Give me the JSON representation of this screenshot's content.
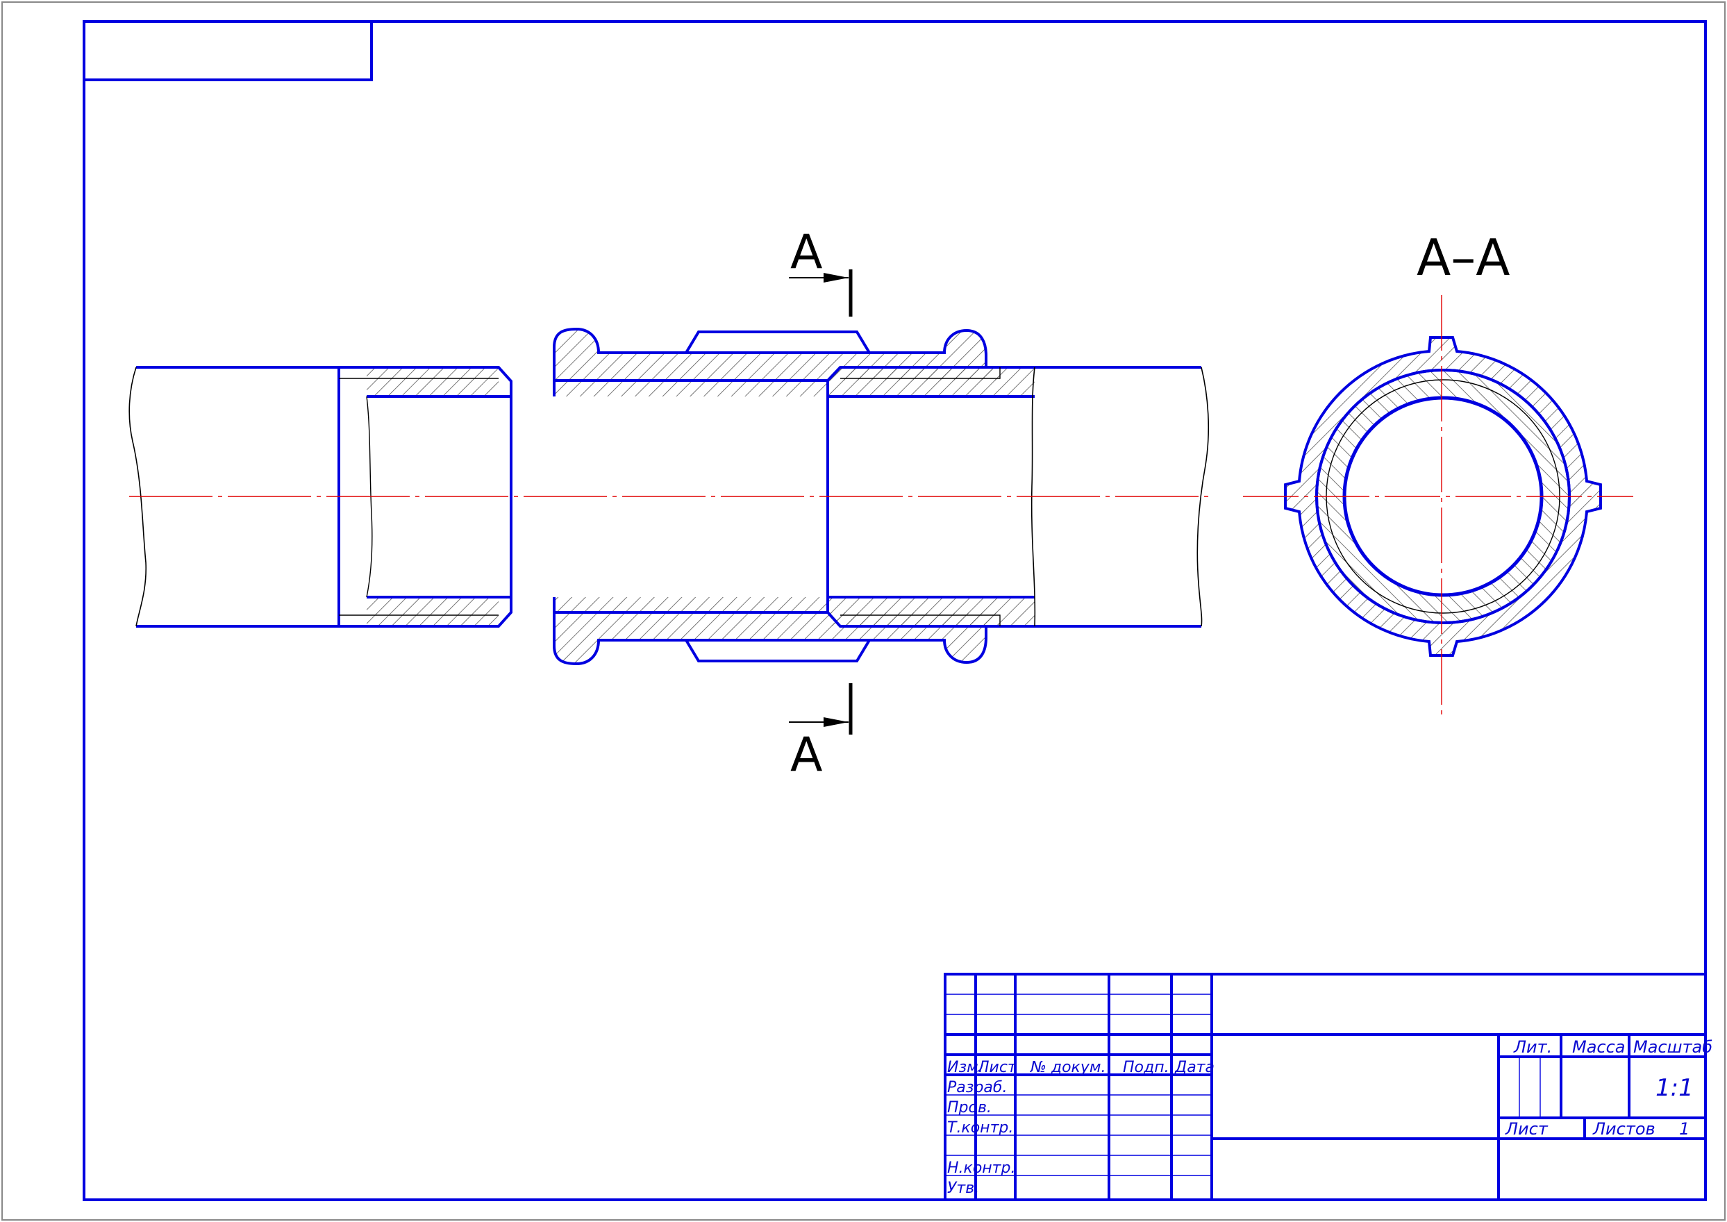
{
  "colors": {
    "contour": "#0000e0",
    "thin": "#000000",
    "axis": "#e00000",
    "hatch": "#444444",
    "text": "#0a0ad0"
  },
  "section_marks": {
    "top_letter": "A",
    "bottom_letter": "A",
    "view_title": "A–A"
  },
  "title_block": {
    "headers": {
      "izm": "Изм.",
      "list": "Лист",
      "doc_no": "№ докум.",
      "sign": "Подп.",
      "date": "Дата"
    },
    "roles": [
      "Разраб.",
      "Пров.",
      "Т.контр.",
      "",
      "Н.контр.",
      "Утв."
    ],
    "lit_label": "Лит.",
    "mass_label": "Масса",
    "scale_label": "Масштаб",
    "scale_value": "1:1",
    "sheet_label": "Лист",
    "sheets_label": "Листов",
    "sheets_value": "1"
  }
}
